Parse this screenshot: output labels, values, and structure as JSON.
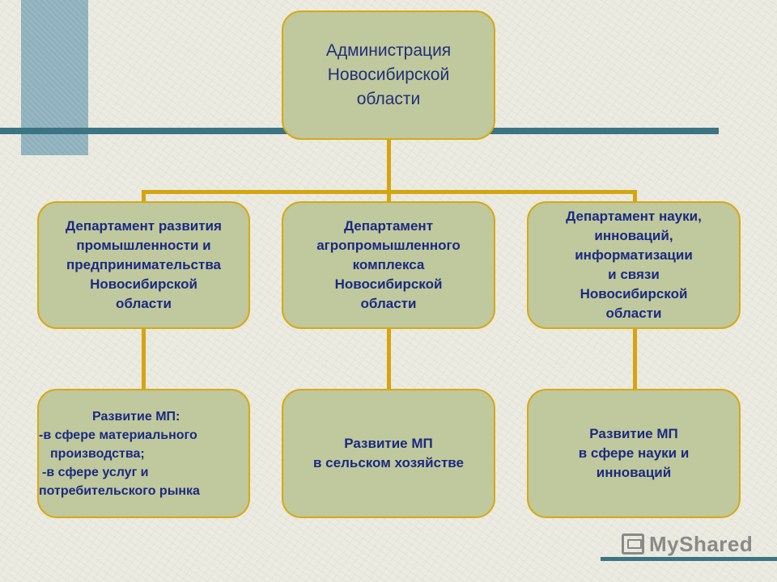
{
  "diagram": {
    "root": {
      "lines": [
        "Администрация",
        "Новосибирской",
        "области"
      ]
    },
    "departments": [
      {
        "lines": [
          "Департамент развития",
          "промышленности и",
          "предпринимательства",
          "Новосибирской",
          "области"
        ],
        "sub": {
          "lines": [
            "Развитие МП:",
            "-в сфере материального",
            "производства;",
            "-в сфере услуг и",
            "потребительского рынка"
          ]
        }
      },
      {
        "lines": [
          "Департамент",
          "агропромышленного",
          "комплекса",
          "Новосибирской",
          "области"
        ],
        "sub": {
          "lines": [
            "Развитие МП",
            "в сельском хозяйстве"
          ]
        }
      },
      {
        "lines": [
          "Департамент науки,",
          "инноваций,",
          "информатизации",
          "и связи",
          "Новосибирской",
          "области"
        ],
        "sub": {
          "lines": [
            "Развитие МП",
            "в сфере науки и",
            "инноваций"
          ]
        }
      }
    ]
  },
  "watermark": {
    "icon": "myshared-logo-icon",
    "text": "MyShared"
  },
  "colors": {
    "box_fill": "#c0c89d",
    "box_border": "#d6a914",
    "connector": "#d4a50f",
    "text": "#1a2a80",
    "accent_bar": "#3b7483",
    "accent_square": "#8fb1bd"
  }
}
